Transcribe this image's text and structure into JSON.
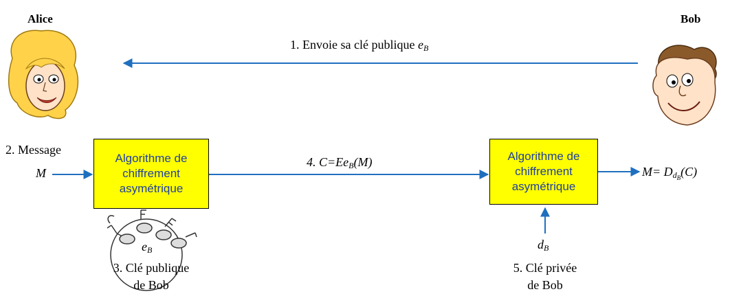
{
  "alice": {
    "name": "Alice"
  },
  "bob": {
    "name": "Bob"
  },
  "step1": {
    "text": "1. Envoie sa clé publique ",
    "var": "e",
    "sub": "B"
  },
  "step2": {
    "line1": "2. Message",
    "line2": "M"
  },
  "step3": {
    "key_var": "e",
    "key_sub": "B",
    "line1": "3. Clé publique",
    "line2": "de Bob"
  },
  "step4": {
    "prefix": "4. C=Ee",
    "sub": "B",
    "suffix": "(M)"
  },
  "step5": {
    "key_var": "d",
    "key_sub": "B",
    "line1": "5. Clé privée",
    "line2": "de Bob"
  },
  "box_left": {
    "line1": "Algorithme de",
    "line2": "chiffrement",
    "line3": "asymétrique"
  },
  "box_right": {
    "line1": "Algorithme de",
    "line2": "chiffrement",
    "line3": "asymétrique"
  },
  "output": {
    "prefix": "M= D",
    "sub1": "d",
    "sub2": "B",
    "suffix": "(C)"
  },
  "colors": {
    "arrow": "#1f6fbf",
    "box_fill": "#ffff00",
    "box_text": "#1f3f9f"
  }
}
